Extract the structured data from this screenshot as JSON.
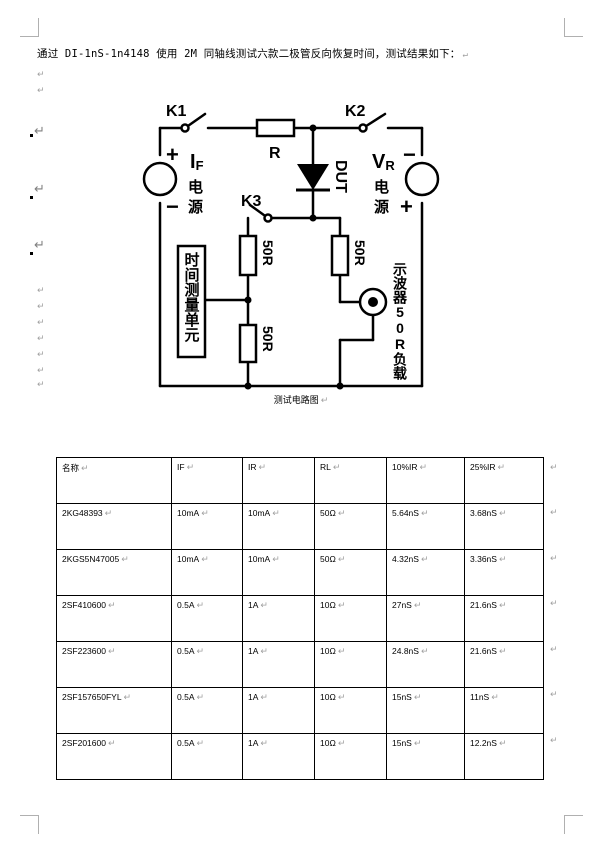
{
  "intro_text": "通过 DI-1nS-1n4148 使用 2M 同轴线测试六款二极管反向恢复时间，测试结果如下：",
  "paragraph_mark": "↵",
  "circuit": {
    "k1": "K1",
    "k2": "K2",
    "k3": "K3",
    "r": "R",
    "dut": "DUT",
    "plus_left": "+",
    "minus_left": "−",
    "plus_right": "+",
    "minus_right": "−",
    "if_main": "I",
    "if_sub": "F",
    "vr_main": "V",
    "vr_sub": "R",
    "src1": "电",
    "src2": "源",
    "r50_a": "50R",
    "r50_b": "50R",
    "r50_c": "50R",
    "timing_unit": "时间测量单元",
    "scope": "示波器50R负载"
  },
  "caption": "测试电路图",
  "table": {
    "headers": [
      "名称",
      "IF",
      "IR",
      "RL",
      "10%IR",
      "25%IR"
    ],
    "rows": [
      [
        "2KG48393",
        "10mA",
        "10mA",
        "50Ω",
        "5.64nS",
        "3.68nS"
      ],
      [
        "2KGS5N47005",
        "10mA",
        "10mA",
        "50Ω",
        "4.32nS",
        "3.36nS"
      ],
      [
        "2SF410600",
        "0.5A",
        "1A",
        "10Ω",
        "27nS",
        "21.6nS"
      ],
      [
        "2SF223600",
        "0.5A",
        "1A",
        "10Ω",
        "24.8nS",
        "21.6nS"
      ],
      [
        "2SF157650FYL",
        "0.5A",
        "1A",
        "10Ω",
        "15nS",
        "11nS"
      ],
      [
        "2SF201600",
        "0.5A",
        "1A",
        "10Ω",
        "15nS",
        "12.2nS"
      ]
    ]
  }
}
